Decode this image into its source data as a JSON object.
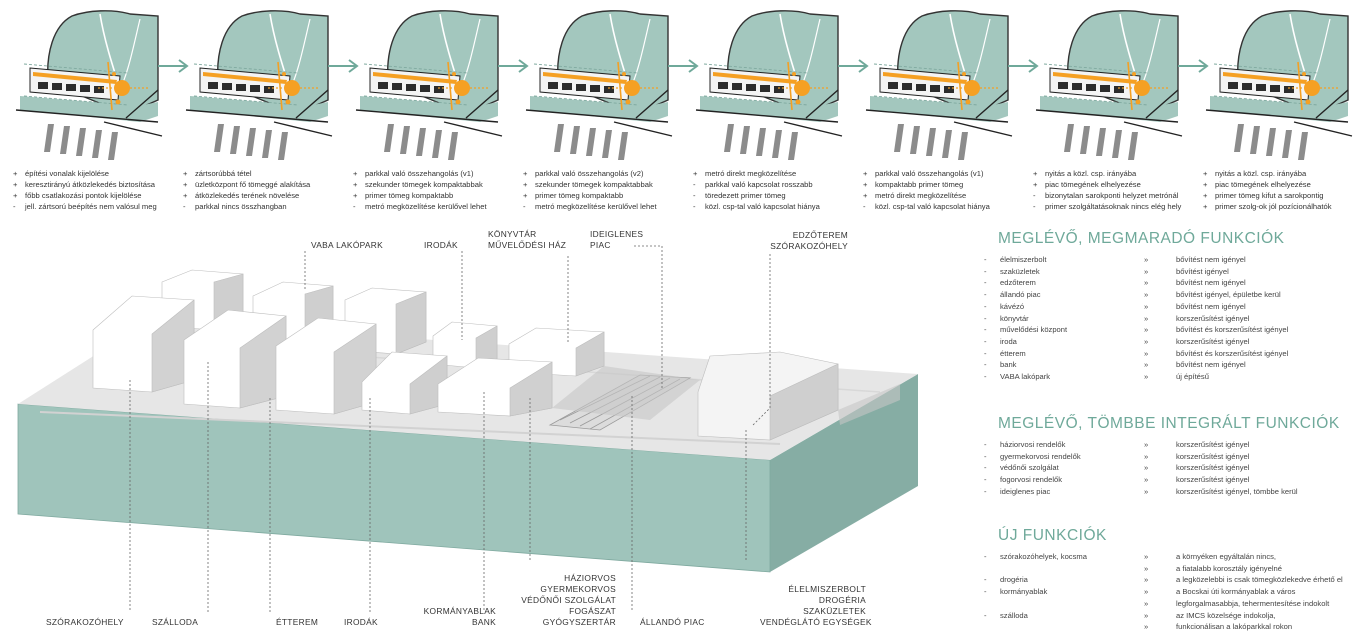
{
  "steps": [
    {
      "notes": [
        {
          "m": "+",
          "t": "építési vonalak kijelölése"
        },
        {
          "m": "+",
          "t": "keresztirányú átközlekedés biztosítása"
        },
        {
          "m": "+",
          "t": "főbb csatlakozási pontok kijelölése"
        },
        {
          "m": "-",
          "t": "jell. zártsorú beépítés nem valósul meg"
        }
      ]
    },
    {
      "notes": [
        {
          "m": "+",
          "t": "zártsorúbbá tétel"
        },
        {
          "m": "+",
          "t": "üzletközpont fő tömeggé alakítása"
        },
        {
          "m": "+",
          "t": "átközlekedés terének növelése"
        },
        {
          "m": "-",
          "t": "parkkal nincs összhangban"
        }
      ]
    },
    {
      "notes": [
        {
          "m": "+",
          "t": "parkkal való összehangolás (v1)"
        },
        {
          "m": "+",
          "t": "szekunder tömegek kompaktabbak"
        },
        {
          "m": "+",
          "t": "primer tömeg kompaktabb"
        },
        {
          "m": "-",
          "t": "metró megközelítése kerülővel lehet"
        }
      ]
    },
    {
      "notes": [
        {
          "m": "+",
          "t": "parkkal való összehangolás (v2)"
        },
        {
          "m": "+",
          "t": "szekunder tömegek kompaktabbak"
        },
        {
          "m": "+",
          "t": "primer tömeg kompaktabb"
        },
        {
          "m": "-",
          "t": "metró megközelítése kerülővel lehet"
        }
      ]
    },
    {
      "notes": [
        {
          "m": "+",
          "t": "metró direkt megközelítése"
        },
        {
          "m": "-",
          "t": "parkkal való kapcsolat rosszabb"
        },
        {
          "m": "-",
          "t": "töredezett primer tömeg"
        },
        {
          "m": "-",
          "t": "közl. csp-tal való kapcsolat hiánya"
        }
      ]
    },
    {
      "notes": [
        {
          "m": "+",
          "t": "parkkal való összehangolás (v1)"
        },
        {
          "m": "+",
          "t": "kompaktabb primer tömeg"
        },
        {
          "m": "+",
          "t": "metró direkt megközelítése"
        },
        {
          "m": "-",
          "t": "közl. csp-tal való kapcsolat hiánya"
        }
      ]
    },
    {
      "notes": [
        {
          "m": "+",
          "t": "nyitás a közl. csp. irányába"
        },
        {
          "m": "+",
          "t": "piac tömegének elhelyezése"
        },
        {
          "m": "-",
          "t": "bizonytalan sarokponti helyzet metrónál"
        },
        {
          "m": "-",
          "t": "primer szolgáltatásoknak nincs elég hely"
        }
      ]
    },
    {
      "notes": [
        {
          "m": "+",
          "t": "nyitás a közl. csp. irányába"
        },
        {
          "m": "+",
          "t": "piac tömegének elhelyezése"
        },
        {
          "m": "+",
          "t": "primer tömeg kifut a sarokpontig"
        },
        {
          "m": "+",
          "t": "primer szolg-ok jól pozícionálhatók"
        }
      ]
    }
  ],
  "labels": {
    "vaba": "VABA LAKÓPARK",
    "irodak_top": "IRODÁK",
    "konyvtar_1": "KÖNYVTÁR",
    "konyvtar_2": "MŰVELŐDÉSI HÁZ",
    "ideiglenes_1": "IDEIGLENES",
    "ideiglenes_2": "PIAC",
    "edzoterem_1": "EDZŐTEREM",
    "edzoterem_2": "SZÓRAKOZÓHELY",
    "szorakozohely": "SZÓRAKOZÓHELY",
    "szalloda": "SZÁLLODA",
    "etterem": "ÉTTEREM",
    "irodak_bottom": "IRODÁK",
    "kormanyablak_1": "KORMÁNYABLAK",
    "kormanyablak_2": "BANK",
    "haziorvos_1": "HÁZIORVOS",
    "haziorvos_2": "GYERMEKORVOS",
    "haziorvos_3": "VÉDŐNŐI SZOLGÁLAT",
    "haziorvos_4": "FOGÁSZAT",
    "haziorvos_5": "GYÓGYSZERTÁR",
    "allando_piac": "ÁLLANDÓ PIAC",
    "elelmiszer_1": "ÉLELMISZERBOLT",
    "elelmiszer_2": "DROGÉRIA",
    "elelmiszer_3": "SZAKÜZLETEK",
    "elelmiszer_4": "VENDÉGLÁTÓ EGYSÉGEK"
  },
  "sections": [
    {
      "title": "MEGLÉVŐ, MEGMARADÓ FUNKCIÓK",
      "rows": [
        {
          "n": "élelmiszerbolt",
          "v": "bővítést nem igényel"
        },
        {
          "n": "szaküzletek",
          "v": "bővítést igényel"
        },
        {
          "n": "edzőterem",
          "v": "bővítést nem igényel"
        },
        {
          "n": "állandó piac",
          "v": "bővítést igényel, épületbe kerül"
        },
        {
          "n": "kávézó",
          "v": "bővítést nem igényel"
        },
        {
          "n": "könyvtár",
          "v": "korszerűsítést igényel"
        },
        {
          "n": "művelődési központ",
          "v": "bővítést és korszerűsítést igényel"
        },
        {
          "n": "iroda",
          "v": "korszerűsítést igényel"
        },
        {
          "n": "étterem",
          "v": "bővítést és korszerűsítést igényel"
        },
        {
          "n": "bank",
          "v": "bővítést nem igényel"
        },
        {
          "n": "VABA lakópark",
          "v": "új építésű"
        }
      ]
    },
    {
      "title": "MEGLÉVŐ, TÖMBBE INTEGRÁLT FUNKCIÓK",
      "rows": [
        {
          "n": "háziorvosi rendelők",
          "v": "korszerűsítést igényel"
        },
        {
          "n": "gyermekorvosi rendelők",
          "v": "korszerűsítést igényel"
        },
        {
          "n": "védőnői szolgálat",
          "v": "korszerűsítést igényel"
        },
        {
          "n": "fogorvosi rendelők",
          "v": "korszerűsítést igényel"
        },
        {
          "n": "ideiglenes piac",
          "v": "korszerűsítést igényel, tömbbe kerül"
        }
      ]
    },
    {
      "title": "ÚJ FUNKCIÓK",
      "rows": [
        {
          "n": "szórakozóhelyek, kocsma",
          "v": "a környéken egyáltalán nincs,"
        },
        {
          "n": "",
          "v": "a fiatalabb korosztály igényelné"
        },
        {
          "n": "drogéria",
          "v": "a legközelebbi is csak tömegközlekedve érhető el"
        },
        {
          "n": "kormányablak",
          "v": "a Bocskai úti kormányablak a város"
        },
        {
          "n": "",
          "v": "legforgalmasabbja, tehermentesítése indokolt"
        },
        {
          "n": "szálloda",
          "v": "az IMCS közelsége indokolja,"
        },
        {
          "n": "",
          "v": "funkcionálisan a lakóparkkal rokon"
        }
      ]
    }
  ],
  "colors": {
    "teal": "#9fc4bb",
    "teal_dark": "#7fa99f",
    "orange": "#f5a023",
    "grey": "#555555"
  }
}
